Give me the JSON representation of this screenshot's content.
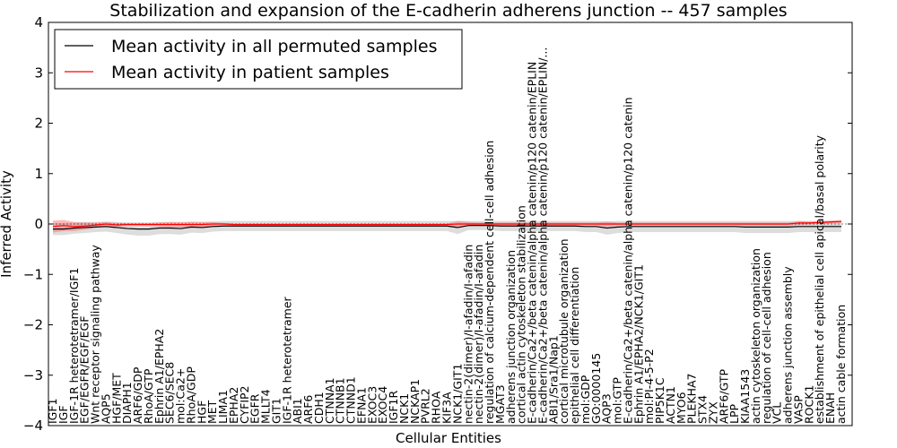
{
  "chart_data": {
    "type": "line",
    "title": "Stabilization and expansion of the E-cadherin adherens junction -- 457 samples",
    "xlabel": "Cellular Entities",
    "ylabel": "Inferred Activity",
    "ylim": [
      -4,
      4
    ],
    "yticks": [
      4,
      3,
      2,
      1,
      0,
      -1,
      -2,
      -3,
      -4
    ],
    "ytick_labels": [
      "4",
      "3",
      "2",
      "1",
      "0",
      "−1",
      "−2",
      "−3",
      "−4"
    ],
    "grid": false,
    "legend_position": "top-left",
    "categories": [
      "IGF1",
      "IGF",
      "IGF-1R heterotetramer/IGF1",
      "EGF/EGFR/EGF/EGF",
      "Wnt receptor signaling pathway",
      "AQP5",
      "HGF/MET",
      "DIAPH1",
      "ARF6/GDP",
      "RhoA/GTP",
      "Ephrin A1/EPHA2",
      "SEC6/SEC8",
      "mol:Ca2+",
      "RhoA/GDP",
      "HGF",
      "MET",
      "LIMA1",
      "EPHA2",
      "CYFIP2",
      "EGFR",
      "MLLT4",
      "GIT1",
      "IGF-1R heterotetramer",
      "ABI1",
      "ARF6",
      "CDH1",
      "CTNNA1",
      "CTNNB1",
      "CTNND1",
      "EFNA1",
      "EXOC3",
      "EXOC4",
      "IGF1R",
      "NCK1",
      "NCKAP1",
      "PVRL2",
      "RHOA",
      "KIF3A",
      "NCK1/GIT1",
      "nectin-2(dimer)/I-afadin/I-afadin",
      "nectin-2(dimer)/I-afadin/I-afadin",
      "regulation of calcium-dependent cell-cell adhesion",
      "MGAT3",
      "adherens junction organization",
      "cortical actin cytoskeleton stabilization",
      "E-cadherin/Ca2+/beta catenin/alpha catenin/p120 catenin/EPLIN",
      "E-cadherin/Ca2+/beta catenin/alpha catenin/p120 catenin/EPLIN/...",
      "ABI1/Sra1/Nap1",
      "cortical microtubule organization",
      "epithelial cell differentiation",
      "mol:GDP",
      "GO:0000145",
      "AQP3",
      "mol:GTP",
      "E-cadherin/Ca2+/beta catenin/alpha catenin/p120 catenin",
      "Ephrin A1/EPHA2/NCK1/GIT1",
      "mol:PI-4-5-P2",
      "PIP5K1C",
      "ACTN1",
      "MYO6",
      "PLEKHA7",
      "STX4",
      "ZYX",
      "ARF6/GTP",
      "LPP",
      "KIAA1543",
      "actin cytoskeleton organization",
      "regulation of cell-cell adhesion",
      "VCL",
      "adherens junction assembly",
      "VASP",
      "ROCK1",
      "establishment of epithelial cell apical/basal polarity",
      "ENAH",
      "actin cable formation"
    ],
    "series": [
      {
        "name": "Mean activity in all permuted samples",
        "color": "#000000",
        "values": [
          -0.1,
          -0.1,
          -0.08,
          -0.07,
          -0.06,
          -0.05,
          -0.07,
          -0.09,
          -0.1,
          -0.1,
          -0.08,
          -0.08,
          -0.09,
          -0.06,
          -0.07,
          -0.05,
          -0.04,
          -0.04,
          -0.04,
          -0.04,
          -0.04,
          -0.04,
          -0.04,
          -0.04,
          -0.04,
          -0.04,
          -0.04,
          -0.04,
          -0.04,
          -0.04,
          -0.04,
          -0.04,
          -0.04,
          -0.04,
          -0.04,
          -0.04,
          -0.04,
          -0.04,
          -0.07,
          -0.03,
          -0.03,
          -0.03,
          -0.04,
          -0.04,
          -0.04,
          -0.04,
          -0.04,
          -0.04,
          -0.04,
          -0.04,
          -0.05,
          -0.05,
          -0.08,
          -0.06,
          -0.05,
          -0.05,
          -0.05,
          -0.05,
          -0.05,
          -0.05,
          -0.05,
          -0.05,
          -0.05,
          -0.05,
          -0.05,
          -0.06,
          -0.06,
          -0.06,
          -0.06,
          -0.06,
          -0.05,
          -0.05,
          -0.05,
          -0.05,
          -0.05
        ],
        "band_values": [
          0.12,
          0.12,
          0.11,
          0.11,
          0.1,
          0.1,
          0.11,
          0.12,
          0.13,
          0.13,
          0.12,
          0.12,
          0.12,
          0.11,
          0.11,
          0.1,
          0.1,
          0.1,
          0.1,
          0.1,
          0.1,
          0.1,
          0.1,
          0.1,
          0.1,
          0.1,
          0.1,
          0.1,
          0.1,
          0.1,
          0.1,
          0.1,
          0.1,
          0.1,
          0.1,
          0.1,
          0.1,
          0.1,
          0.13,
          0.09,
          0.09,
          0.09,
          0.1,
          0.1,
          0.1,
          0.1,
          0.1,
          0.1,
          0.1,
          0.1,
          0.11,
          0.11,
          0.13,
          0.12,
          0.11,
          0.11,
          0.11,
          0.11,
          0.11,
          0.11,
          0.11,
          0.11,
          0.11,
          0.11,
          0.11,
          0.12,
          0.12,
          0.12,
          0.12,
          0.12,
          0.11,
          0.11,
          0.11,
          0.11,
          0.11
        ]
      },
      {
        "name": "Mean activity in patient samples",
        "color": "#ff0000",
        "values": [
          -0.05,
          -0.03,
          -0.05,
          -0.04,
          -0.02,
          0.0,
          -0.02,
          -0.01,
          -0.01,
          -0.01,
          -0.01,
          -0.01,
          -0.01,
          -0.01,
          -0.01,
          0.0,
          0.0,
          -0.01,
          -0.01,
          -0.01,
          -0.01,
          -0.01,
          -0.01,
          -0.01,
          -0.01,
          -0.01,
          -0.01,
          -0.01,
          -0.01,
          -0.01,
          -0.01,
          -0.01,
          -0.01,
          -0.01,
          -0.01,
          -0.01,
          -0.01,
          -0.01,
          0.0,
          0.0,
          0.0,
          0.0,
          0.0,
          0.0,
          0.0,
          0.0,
          0.0,
          0.0,
          0.0,
          0.0,
          0.0,
          0.0,
          0.0,
          0.0,
          0.0,
          0.0,
          0.0,
          0.0,
          0.0,
          0.0,
          0.0,
          0.0,
          0.0,
          0.0,
          0.0,
          0.0,
          0.0,
          0.0,
          0.0,
          0.0,
          0.02,
          0.02,
          0.03,
          0.04,
          0.05
        ],
        "band_values": [
          0.12,
          0.11,
          0.09,
          0.07,
          0.05,
          0.04,
          0.04,
          0.03,
          0.03,
          0.03,
          0.04,
          0.05,
          0.05,
          0.05,
          0.05,
          0.04,
          0.02,
          0.02,
          0.02,
          0.02,
          0.02,
          0.02,
          0.02,
          0.02,
          0.02,
          0.02,
          0.02,
          0.02,
          0.02,
          0.02,
          0.02,
          0.02,
          0.02,
          0.02,
          0.02,
          0.02,
          0.02,
          0.02,
          0.06,
          0.04,
          0.03,
          0.03,
          0.03,
          0.03,
          0.03,
          0.03,
          0.03,
          0.03,
          0.03,
          0.03,
          0.03,
          0.03,
          0.05,
          0.03,
          0.03,
          0.03,
          0.03,
          0.03,
          0.03,
          0.03,
          0.03,
          0.03,
          0.03,
          0.03,
          0.03,
          0.03,
          0.03,
          0.03,
          0.03,
          0.03,
          0.04,
          0.03,
          0.03,
          0.03,
          0.03
        ]
      }
    ]
  }
}
